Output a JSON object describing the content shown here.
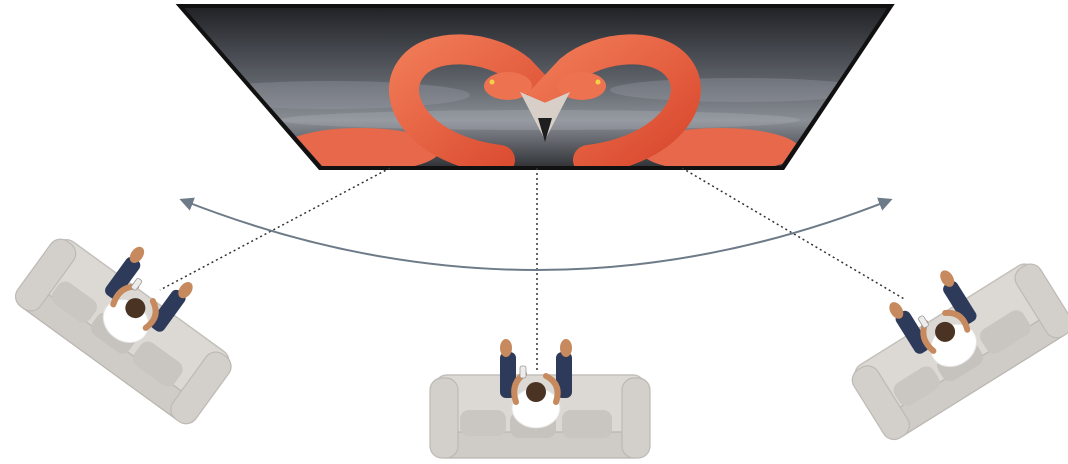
{
  "scene": {
    "description_free": true,
    "colors": {
      "background": "#ffffff",
      "tv_frame": "#1b1b1d",
      "sky_dark": "#2a2c30",
      "sky_light": "#7c8088",
      "flamingo": "#e85a3c",
      "flamingo_light": "#f48a6a",
      "beak_dark": "#1e1e1e",
      "arc": "#6d7b88",
      "sightline": "#333333",
      "sofa": "#d9d6d2",
      "sofa_shadow": "#b9b5b0",
      "cushion": "#cfccc7",
      "shirt": "#ffffff",
      "jeans": "#2e3a5a",
      "hair": "#4a3322",
      "skin": "#c68a5e"
    },
    "icons": {
      "tv": "television-screen",
      "arc": "double-headed-viewing-angle-arrow",
      "viewer_left": "person-on-sofa-top-view",
      "viewer_center": "person-on-sofa-top-view",
      "viewer_right": "person-on-sofa-top-view"
    }
  }
}
